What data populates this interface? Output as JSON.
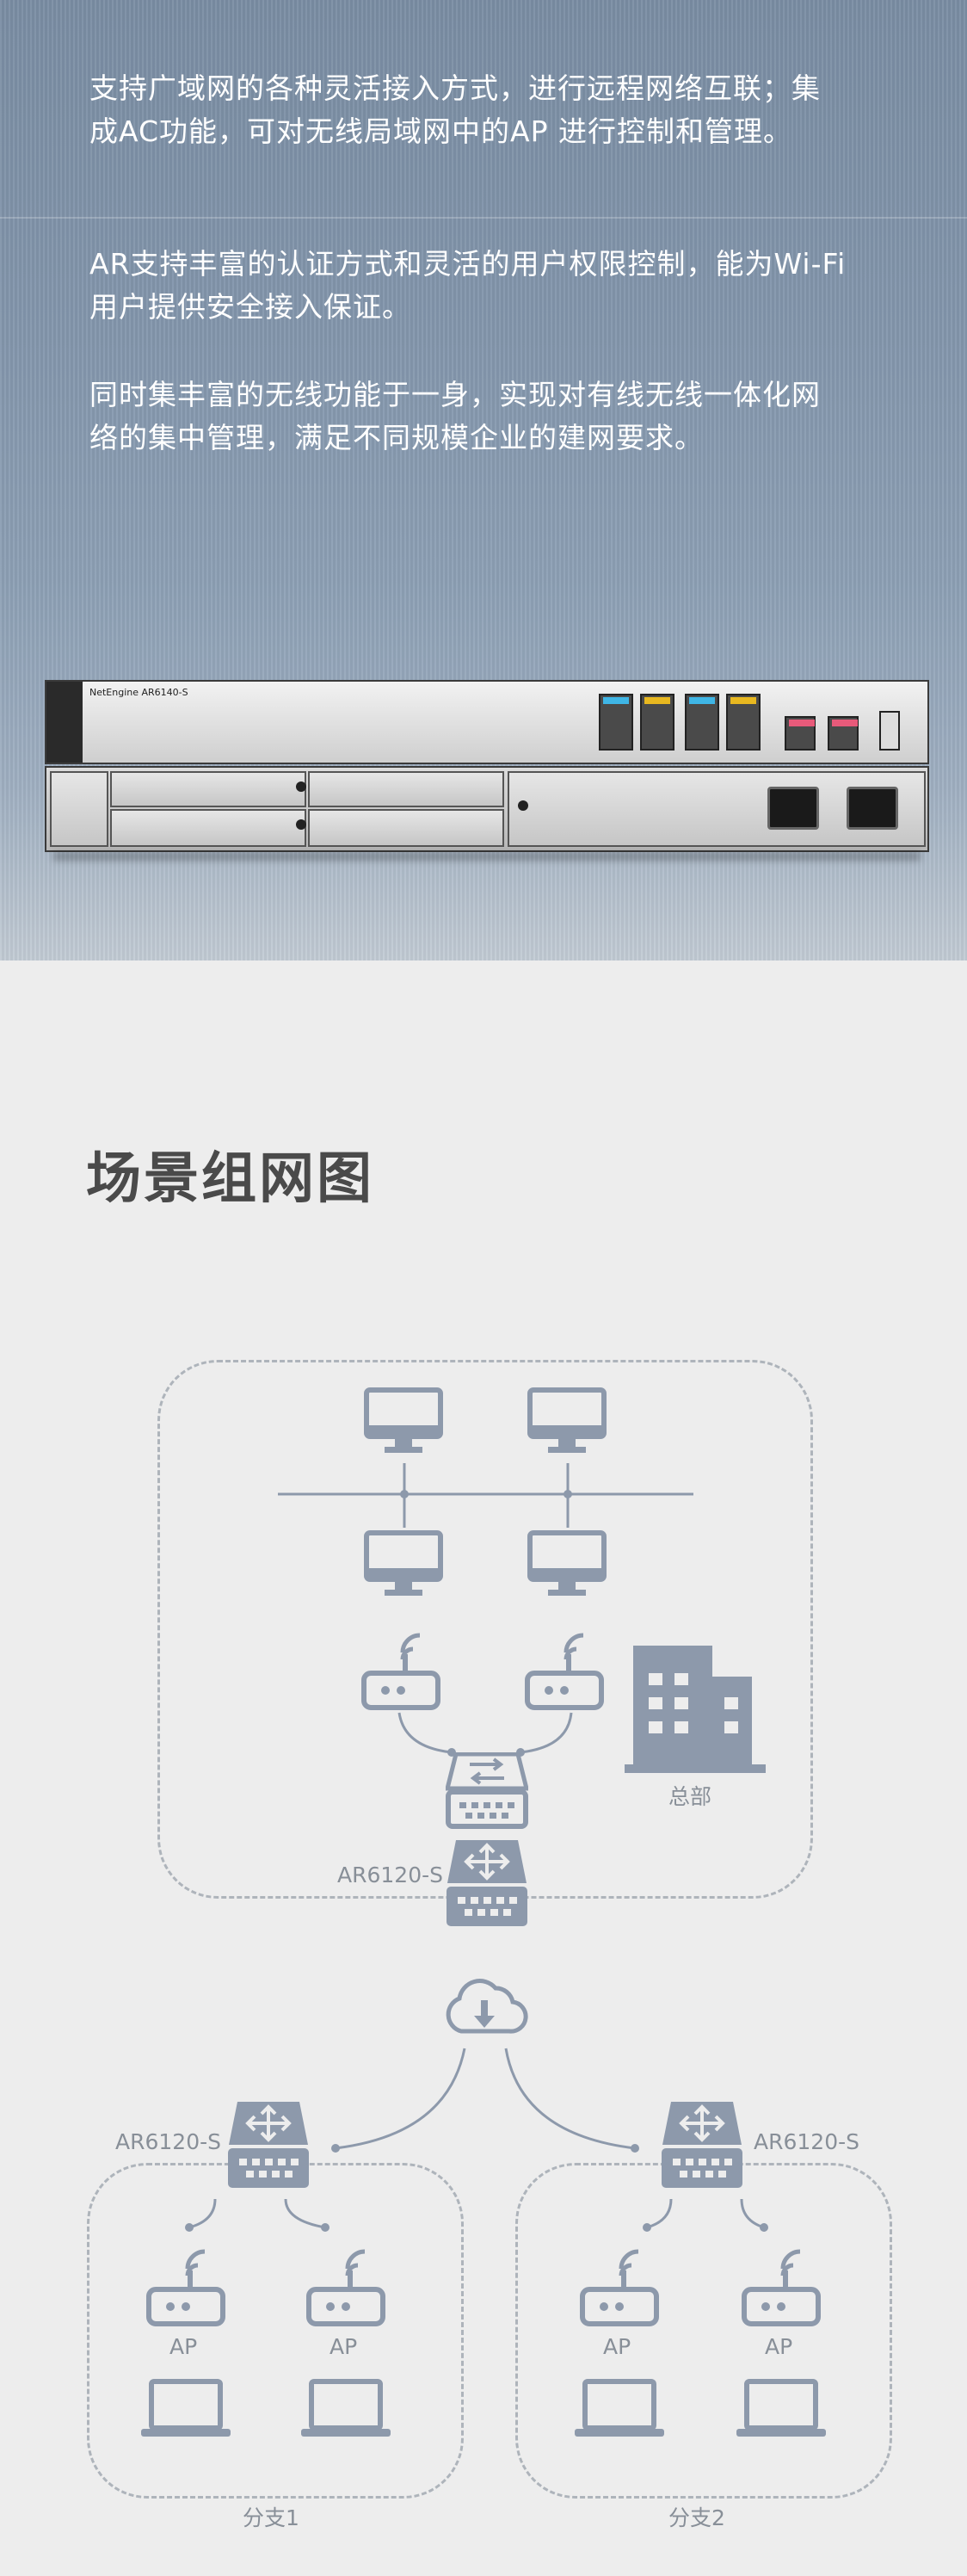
{
  "hero": {
    "paragraphs": [
      "支持广域网的各种灵活接入方式，进行远程网络互联；集成AC功能，可对无线局域网中的AP 进行控制和管理。",
      "AR支持丰富的认证方式和灵活的用户权限控制，能为Wi-Fi用户提供安全接入保证。",
      "同时集丰富的无线功能于一身，实现对有线无线一体化网络的集中管理，满足不同规模企业的建网要求。"
    ],
    "device_model": "NetEngine AR6140-S"
  },
  "scenario": {
    "title": "场景组网图",
    "hq_label": "总部",
    "hq_router_label": "AR6120-S",
    "branch1_router_label": "AR6120-S",
    "branch2_router_label": "AR6120-S",
    "ap_label": "AP",
    "branch1_label": "分支1",
    "branch2_label": "分支2"
  },
  "colors": {
    "icon": "#8d99ab",
    "text": "#888f98",
    "title": "#4a4a4a"
  }
}
